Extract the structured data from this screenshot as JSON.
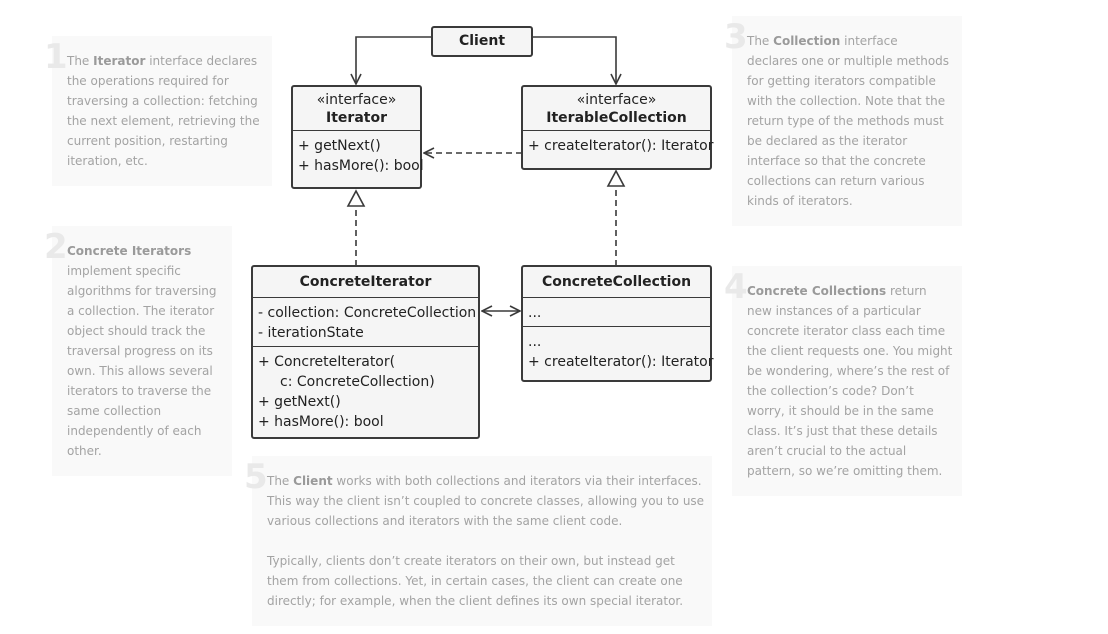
{
  "notes": {
    "n1": {
      "number": "1",
      "parts": [
        {
          "t": "The ",
          "b": false
        },
        {
          "t": "Iterator",
          "b": true
        },
        {
          "t": " interface declares the operations required for traversing a collection: fetching the next element, retrieving the current position, restarting iteration, etc.",
          "b": false
        }
      ]
    },
    "n2": {
      "number": "2",
      "parts": [
        {
          "t": "Concrete Iterators",
          "b": true
        },
        {
          "t": " implement specific algorithms for traversing a collection. The iterator object should track the traversal progress on its own. This allows several iterators to traverse the same collection independently of each other.",
          "b": false
        }
      ]
    },
    "n3": {
      "number": "3",
      "parts": [
        {
          "t": "The ",
          "b": false
        },
        {
          "t": "Collection",
          "b": true
        },
        {
          "t": " interface declares one or multiple methods for getting iterators compatible with the collection. Note that the return type of the methods must be declared as the iterator interface so that the concrete collections can return various kinds of iterators.",
          "b": false
        }
      ]
    },
    "n4": {
      "number": "4",
      "parts": [
        {
          "t": "Concrete Collections",
          "b": true
        },
        {
          "t": " return new instances of a particular concrete iterator class each time the client requests one. You might be wondering, where’s the rest of the collection’s code? Don’t worry, it should be in the same class. It’s just that these details aren’t crucial to the actual pattern, so we’re omitting them.",
          "b": false
        }
      ]
    },
    "n5": {
      "number": "5",
      "p1": [
        {
          "t": "The ",
          "b": false
        },
        {
          "t": "Client",
          "b": true
        },
        {
          "t": " works with both collections and iterators via their interfaces. This way the client isn’t coupled to concrete classes, allowing you to use various collections and iterators with the same client code.",
          "b": false
        }
      ],
      "p2": "Typically, clients don’t create iterators on their own, but instead get them from collections. Yet, in certain cases, the client can create one directly; for example, when the client defines its own special iterator."
    }
  },
  "classes": {
    "client": {
      "name": "Client"
    },
    "iterator": {
      "stereotype": "«interface»",
      "name": "Iterator",
      "methods": [
        "+ getNext()",
        "+ hasMore(): bool"
      ]
    },
    "iterable_collection": {
      "stereotype": "«interface»",
      "name": "IterableCollection",
      "methods": [
        "+ createIterator(): Iterator"
      ]
    },
    "concrete_iterator": {
      "name": "ConcreteIterator",
      "fields": [
        "- collection: ConcreteCollection",
        "- iterationState"
      ],
      "methods": [
        "+ ConcreteIterator(",
        "c: ConcreteCollection)",
        "+ getNext()",
        "+ hasMore(): bool"
      ]
    },
    "concrete_collection": {
      "name": "ConcreteCollection",
      "fields": [
        "..."
      ],
      "methods": [
        "...",
        "+ createIterator(): Iterator"
      ]
    }
  }
}
